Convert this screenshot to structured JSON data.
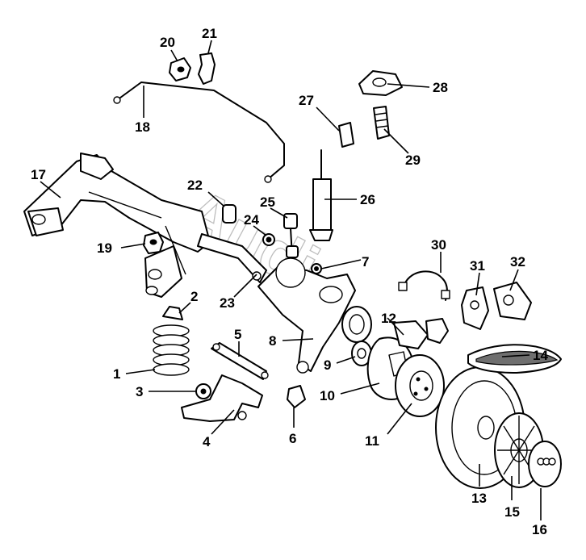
{
  "watermark": "Audi",
  "callouts": [
    {
      "id": "1",
      "label": "1"
    },
    {
      "id": "2",
      "label": "2"
    },
    {
      "id": "3",
      "label": "3"
    },
    {
      "id": "4",
      "label": "4"
    },
    {
      "id": "5",
      "label": "5"
    },
    {
      "id": "6",
      "label": "6"
    },
    {
      "id": "7",
      "label": "7"
    },
    {
      "id": "8",
      "label": "8"
    },
    {
      "id": "9",
      "label": "9"
    },
    {
      "id": "10",
      "label": "10"
    },
    {
      "id": "11",
      "label": "11"
    },
    {
      "id": "12",
      "label": "12"
    },
    {
      "id": "13",
      "label": "13"
    },
    {
      "id": "14",
      "label": "14"
    },
    {
      "id": "15",
      "label": "15"
    },
    {
      "id": "16",
      "label": "16"
    },
    {
      "id": "17",
      "label": "17"
    },
    {
      "id": "18",
      "label": "18"
    },
    {
      "id": "19",
      "label": "19"
    },
    {
      "id": "20",
      "label": "20"
    },
    {
      "id": "21",
      "label": "21"
    },
    {
      "id": "22",
      "label": "22"
    },
    {
      "id": "23",
      "label": "23"
    },
    {
      "id": "24",
      "label": "24"
    },
    {
      "id": "25",
      "label": "25"
    },
    {
      "id": "26",
      "label": "26"
    },
    {
      "id": "27",
      "label": "27"
    },
    {
      "id": "28",
      "label": "28"
    },
    {
      "id": "29",
      "label": "29"
    },
    {
      "id": "30",
      "label": "30"
    },
    {
      "id": "31",
      "label": "31"
    },
    {
      "id": "32",
      "label": "32"
    }
  ]
}
